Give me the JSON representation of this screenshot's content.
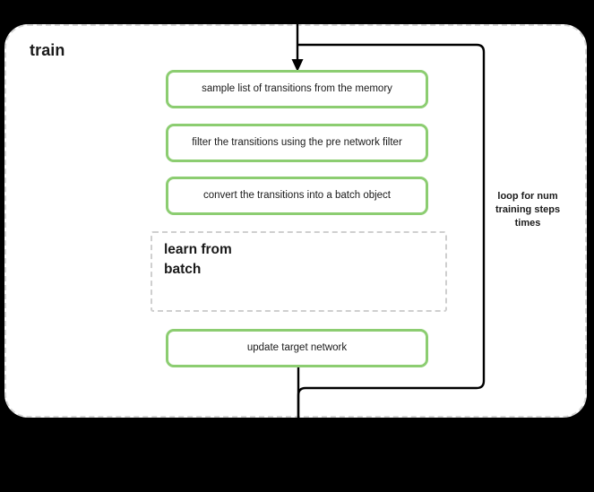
{
  "diagram": {
    "title": "train",
    "background_color": "#000000",
    "canvas_color": "#ffffff",
    "accent_color": "#8ccd71",
    "dashed_border_color": "#d6d6d6",
    "connector_color": "#000000"
  },
  "steps": [
    {
      "id": "sample",
      "label": "sample list of transitions from the memory"
    },
    {
      "id": "filter",
      "label": "filter the transitions using the pre network filter"
    },
    {
      "id": "convert",
      "label": "convert the transitions into a batch object"
    },
    {
      "id": "update",
      "label": "update target network"
    }
  ],
  "sub_block": {
    "title": "learn from batch",
    "style": "dashed"
  },
  "loop": {
    "caption": "loop for num training steps times"
  }
}
